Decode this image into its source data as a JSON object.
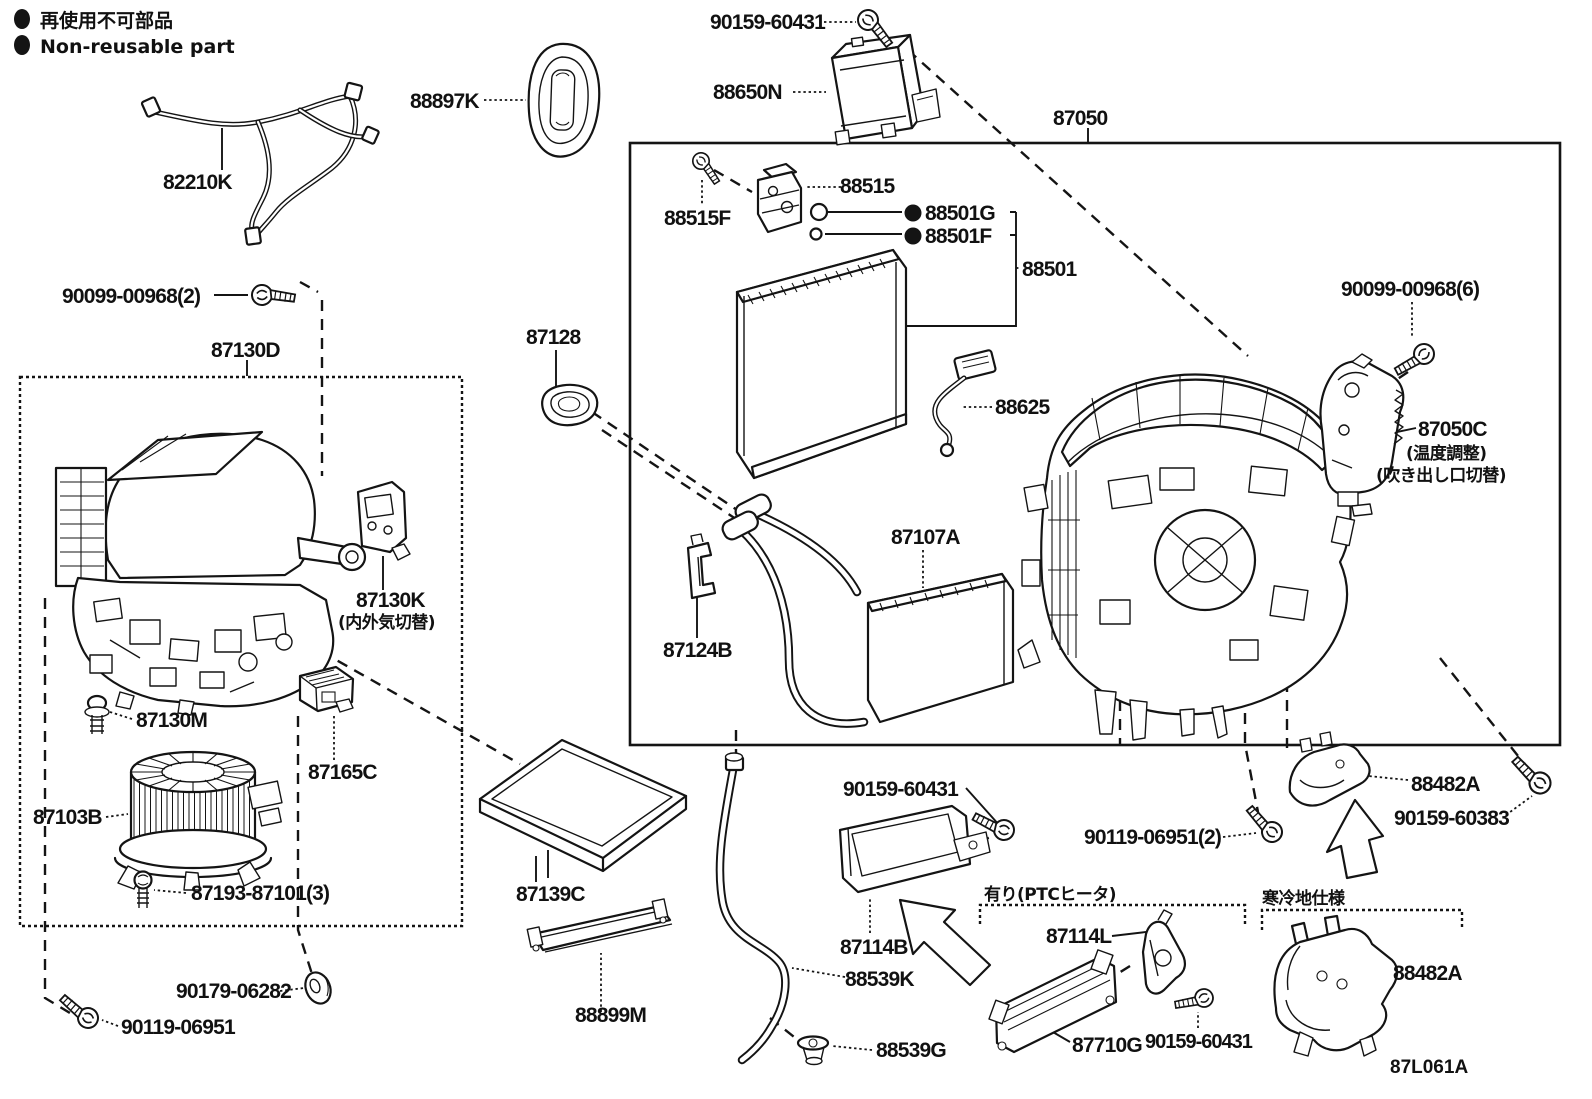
{
  "legend": {
    "non_reusable_jp": "再使用不可部品",
    "non_reusable_en": "Non-reusable part"
  },
  "sections": {
    "ptc_heater": "有り(PTCヒータ)",
    "cold_region": "寒冷地仕様"
  },
  "figure_code": "87L061A",
  "labels": {
    "harness": "82210K",
    "pad": "88897K",
    "screw_top": "90159-60431",
    "amplifier": "88650N",
    "hvac_unit": "87050",
    "exp_valve": "88515",
    "exp_valve_screw": "88515F",
    "oring_upper": "88501G",
    "oring_lower": "88501F",
    "evaporator": "88501",
    "screw_blower2": "90099-00968(2)",
    "blower_assy": "87130D",
    "grommet": "87128",
    "thermistor": "88625",
    "screw_servo6": "90099-00968(6)",
    "servo": "87050C",
    "servo_note_temp": "(温度調整)",
    "servo_note_outlet": "(吹き出し口切替)",
    "heater_core": "87107A",
    "intake_servo": "87130K",
    "intake_servo_note": "(内外気切替)",
    "clamp": "87124B",
    "screw_87130M": "87130M",
    "resistor": "87165C",
    "blower_motor": "87103B",
    "bolt_87193": "87193-87101(3)",
    "filter": "87139C",
    "nut_90179": "90179-06282",
    "screw_90119": "90119-06951",
    "strip": "88899M",
    "screw_60431_mid": "90159-60431",
    "ptc_heater_el": "87114B",
    "drain_hose": "88539K",
    "drain_grommet": "88539G",
    "screw_90119_2": "90119-06951(2)",
    "bracket1": "88482A",
    "screw_60383": "90159-60383",
    "ptc_bracket": "87114L",
    "ptc_assy": "87710G",
    "screw_60431_ptc": "90159-60431",
    "duct_cold": "88482A"
  }
}
